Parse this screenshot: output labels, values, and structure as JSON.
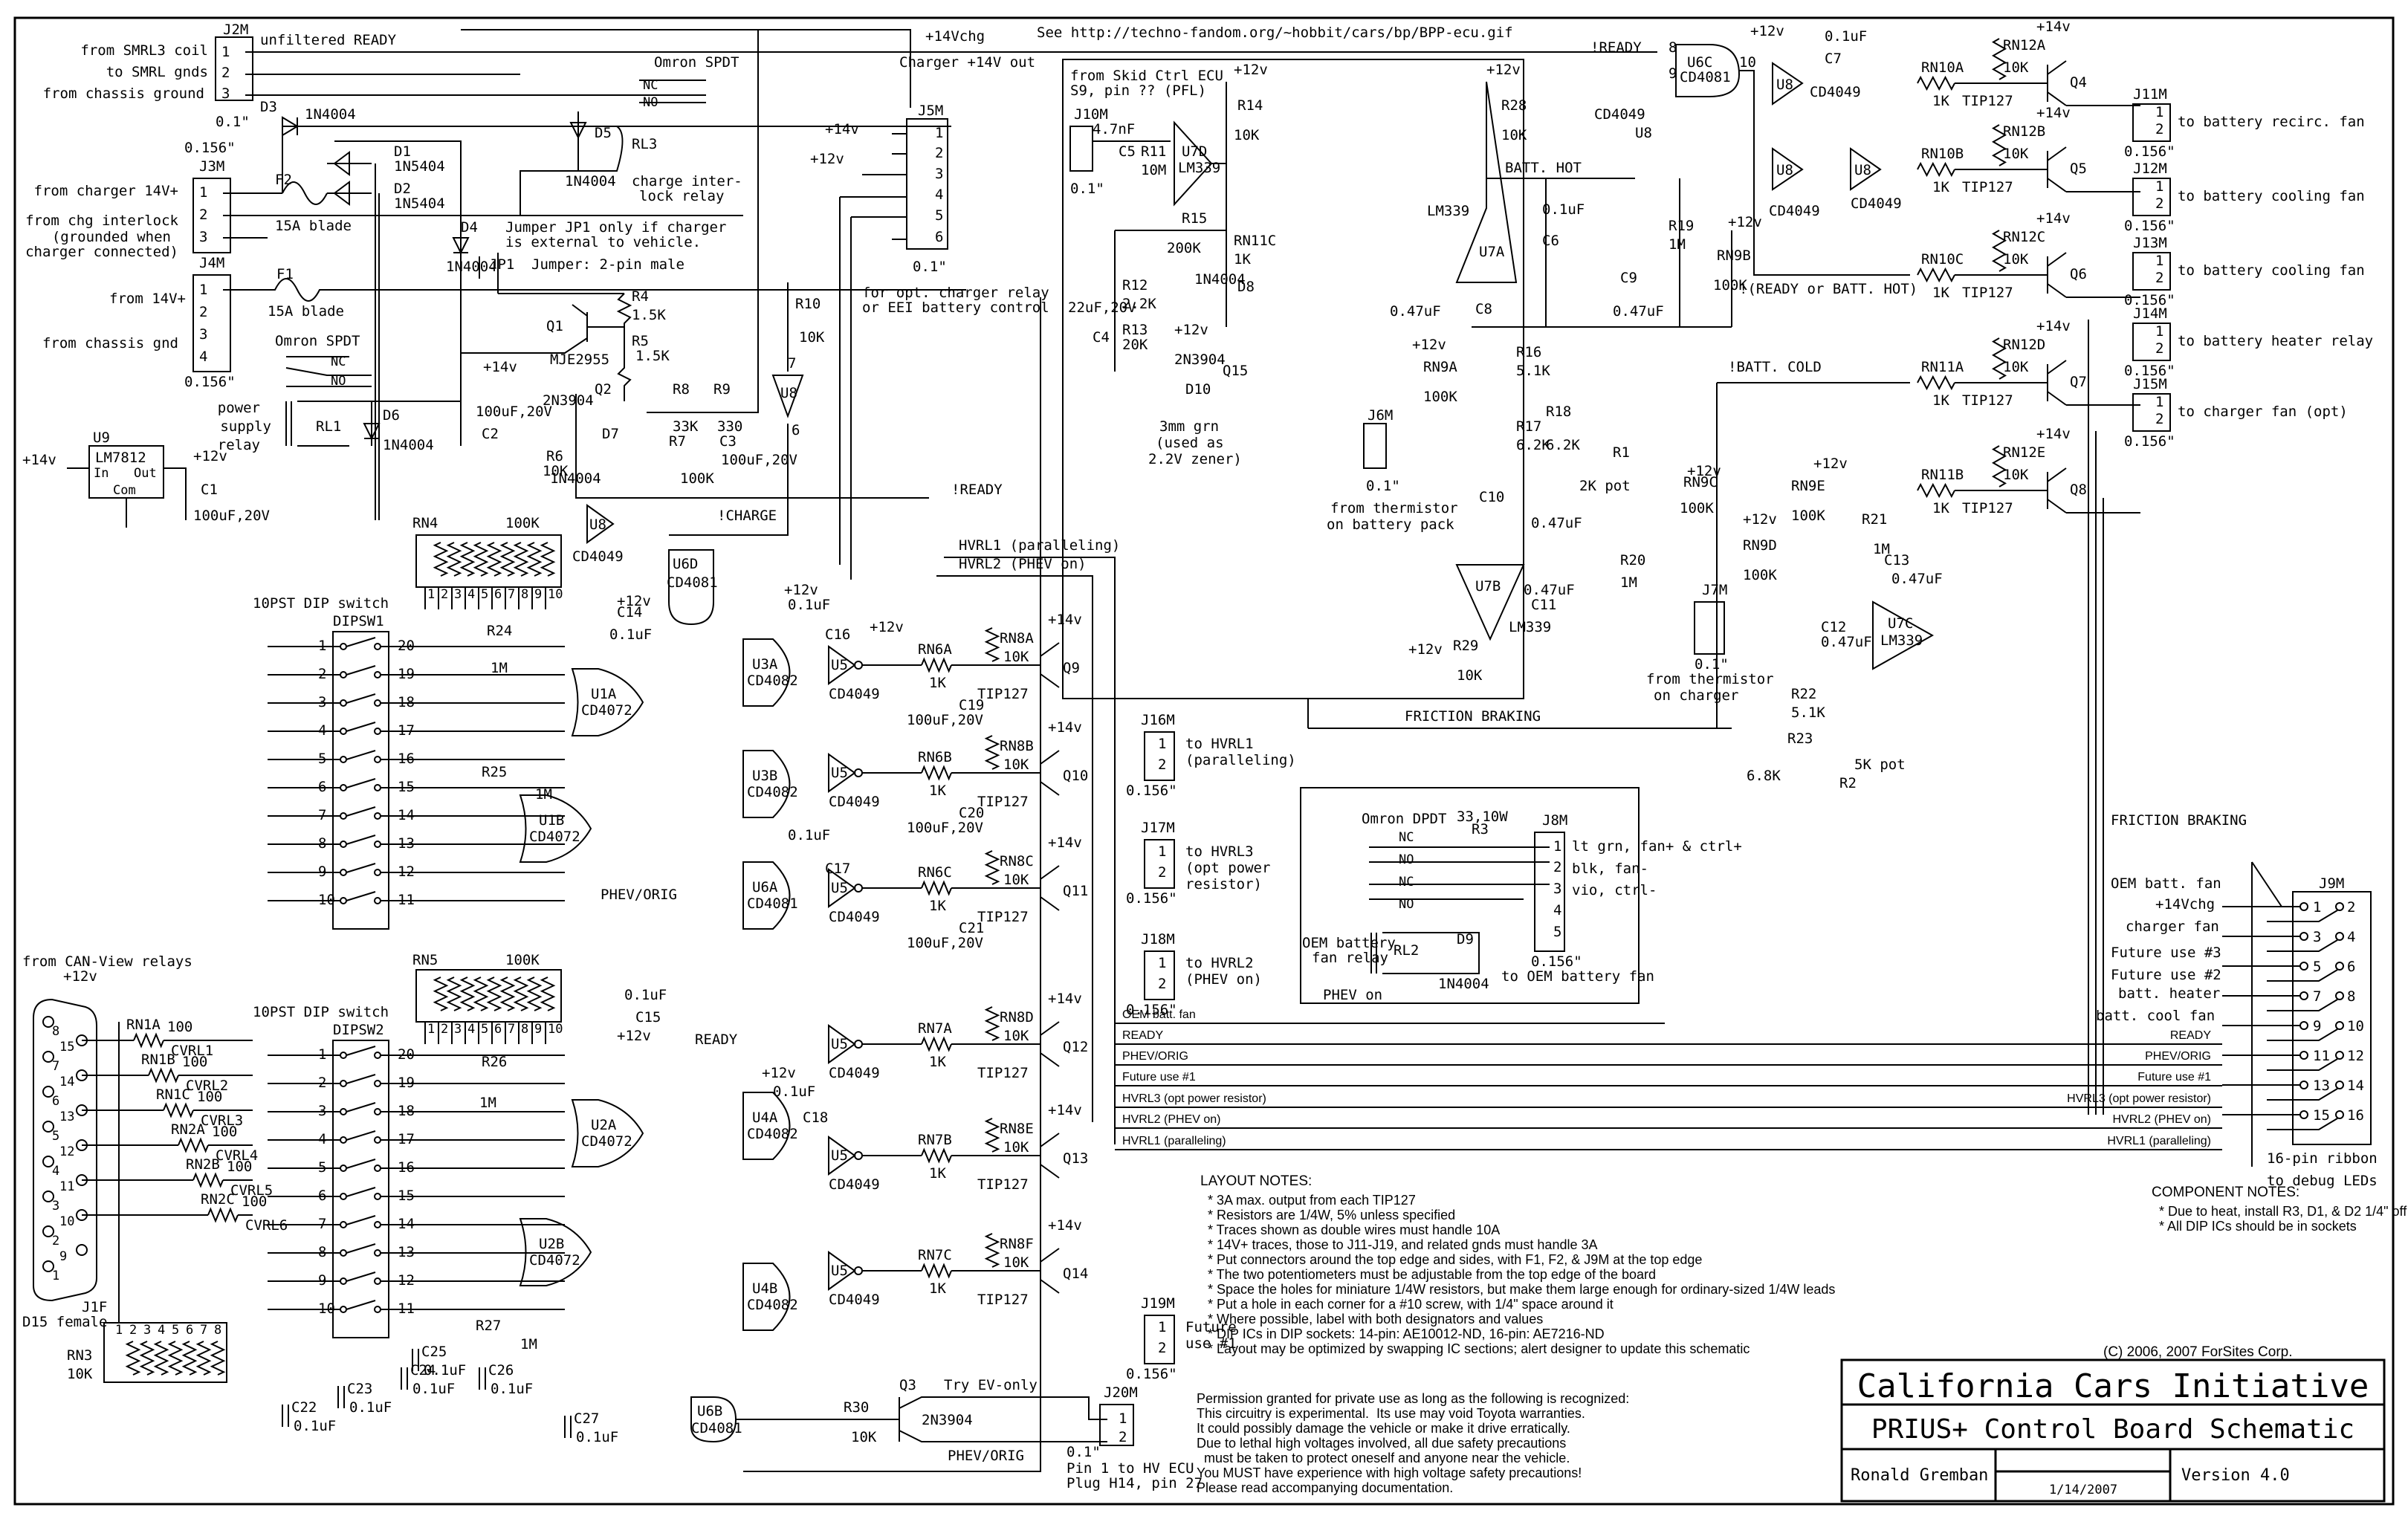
{
  "header": {
    "reference_url": "See http://techno-fandom.org/~hobbit/cars/bp/BPP-ecu.gif"
  },
  "title_block": {
    "organization": "California Cars Initiative",
    "title": "PRIUS+ Control Board Schematic",
    "author": "Ronald Gremban",
    "date": "1/14/2007",
    "version": "Version 4.0",
    "copyright": "(C) 2006, 2007 ForSites Corp."
  },
  "layout_notes": {
    "heading": "LAYOUT NOTES:",
    "items": [
      "* 3A max. output from each TIP127",
      "* Resistors are 1/4W, 5% unless specified",
      "* Traces shown as double wires must handle 10A",
      "* 14V+ traces, those to J11-J19, and related gnds must handle 3A",
      "* Put connectors around the top edge and sides, with F1, F2, & J9M at the top edge",
      "* The two potentiometers must be adjustable from the top edge of the board",
      "* Space the holes for miniature 1/4W resistors, but make them large enough for ordinary-sized 1/4W leads",
      "* Put a hole in each corner for a #10 screw, with 1/4\" space around it",
      "* Where possible, label with both designators and values",
      "* DIP ICs in DIP sockets: 14-pin: AE10012-ND, 16-pin: AE7216-ND",
      "* Layout may be optimized by swapping IC sections; alert designer to update this schematic"
    ]
  },
  "component_notes": {
    "heading": "COMPONENT NOTES:",
    "items": [
      "* Due to heat, install R3, D1, & D2 1/4\" off the board",
      "* All DIP ICs should be in sockets"
    ]
  },
  "permission": {
    "lines": [
      "Permission granted for private use as long as the following is recognized:",
      "This circuitry is experimental.  Its use may void Toyota warranties.",
      "It could possibly damage the vehicle or make it drive erratically.",
      "Due to lethal high voltages involved, all due safety precautions",
      "  must be taken to protect oneself and anyone near the vehicle.",
      "You MUST have experience with high voltage safety precautions!",
      "Please read accompanying documentation."
    ]
  },
  "power_section": {
    "j2m": {
      "name": "J2M",
      "pitch": "0.1\"",
      "pins": [
        "from SMRL3 coil",
        "to SMRL gnds",
        "from chassis ground"
      ],
      "net": "unfiltered READY"
    },
    "j3m": {
      "name": "J3M",
      "pitch": "0.156\"",
      "pin1": "from charger 14V+",
      "pin2": "from chg interlock",
      "pin2b": "(grounded when",
      "pin2c": "charger connected)"
    },
    "j4m": {
      "name": "J4M",
      "pitch": "0.156\"",
      "pin1": "from 14V+",
      "pin3": "from chassis gnd"
    },
    "d3": "D3",
    "d3_val": "1N4004",
    "d1": "D1",
    "d1_val": "1N5404",
    "d2": "D2",
    "d2_val": "1N5404",
    "f1": "F1",
    "f2": "F2",
    "fuse_val": "15A blade",
    "omron_spdt": "Omron SPDT",
    "nc": "NC",
    "no": "NO",
    "rl1": "RL1",
    "rl1_desc": [
      "power",
      "supply",
      "relay"
    ],
    "d6": "D6",
    "d6_val": "1N4004",
    "d4": "D4",
    "d4_val": "1N4004",
    "d5": "D5",
    "d5_val": "1N4004",
    "rl3": "RL3",
    "rl3_desc": [
      "charge inter-",
      "lock relay"
    ],
    "jp1_note": [
      "Jumper JP1 only if charger",
      "is external to vehicle."
    ],
    "jp1": "JP1",
    "jp1_desc": "Jumper: 2-pin male",
    "u9": "U9",
    "u9_part": "LM7812",
    "u9_in": "In",
    "u9_out": "Out",
    "u9_com": "Com",
    "c1": "C1",
    "c1_val": "100uF,20V",
    "c2": "C2",
    "c2_val": "100uF,20V",
    "c3": "C3",
    "c3_val": "100uF,20V",
    "q1": "Q1",
    "q1_part": "MJE2955",
    "q2": "Q2",
    "q2_part": "2N3904",
    "r4": "R4",
    "r4_val": "1.5K",
    "r5": "R5",
    "r5_val": "1.5K",
    "r6": "R6",
    "r6_val": "10K",
    "r7": "R7",
    "r7_val": "100K",
    "r8": "R8",
    "r8_val": "33K",
    "r9": "R9",
    "r9_val": "330",
    "r10": "R10",
    "r10_val": "10K",
    "d7": "D7",
    "d7_val": "1N4004",
    "plus14": "+14v",
    "plus12": "+12v",
    "plus14chg": "+14Vchg"
  },
  "charger_section": {
    "charger_out": "Charger +14V out",
    "j5m": "J5M",
    "j5m_pitch": "0.1\"",
    "j5m_pins": [
      "1",
      "2",
      "3",
      "4",
      "5",
      "6"
    ],
    "j5m_note": [
      "for opt. charger relay",
      "or EEI battery control"
    ]
  },
  "skid_section": {
    "source": [
      "from Skid Ctrl ECU",
      "S9, pin ?? (PFL)"
    ],
    "j10m": "J10M",
    "j10m_pitch": "0.1\"",
    "c5": "C5",
    "c5_val": "4.7nF",
    "r11": "R11",
    "r11_val": "10M",
    "u7d": "U7D",
    "u7_part": "LM339",
    "r14": "R14",
    "r14_val": "10K",
    "r15": "R15",
    "r15_val": "200K",
    "rn11c": "RN11C",
    "rn11c_val": "1K",
    "d8": "D8",
    "d8_val": "1N4004",
    "r12": "R12",
    "r12_val": "2.2K",
    "r13": "R13",
    "r13_val": "20K",
    "c4": "C4",
    "c4_val": "22uF,20V",
    "q15": "Q15",
    "q15_part": "2N3904",
    "d10": "D10",
    "d10_desc": [
      "3mm grn",
      "(used as",
      "2.2V zener)"
    ]
  },
  "thermal_section": {
    "r28": "R28",
    "r28_val": "10K",
    "batt_hot": "BATT. HOT",
    "batt_cold": "!BATT. COLD",
    "u7a": "U7A",
    "u7b": "U7B",
    "u7c": "U7C",
    "c6": "C6",
    "c6_val": "0.1uF",
    "c8": "C8",
    "c8_val": "0.47uF",
    "c9": "C9",
    "c9_val": "0.47uF",
    "c10": "C10",
    "c10_val": "0.47uF",
    "c11": "C11",
    "c11_val": "0.47uF",
    "c12": "C12",
    "c12_val": "0.47uF",
    "c13": "C13",
    "c13_val": "0.47uF",
    "r16": "R16",
    "r16_val": "5.1K",
    "r17": "R17",
    "r17_val": "6.2K",
    "r18": "R18",
    "r18_val": "6.2K",
    "r1": "R1",
    "r1_val": "2K pot",
    "r19": "R19",
    "r19_val": "1M",
    "r20": "R20",
    "r20_val": "1M",
    "r21": "R21",
    "r21_val": "1M",
    "r22": "R22",
    "r22_val": "5.1K",
    "r23": "R23",
    "r23_val": "6.8K",
    "r2": "R2",
    "r2_val": "5K pot",
    "r29": "R29",
    "r29_val": "10K",
    "rn9a": "RN9A",
    "rn9b": "RN9B",
    "rn9c": "RN9C",
    "rn9d": "RN9D",
    "rn9e": "RN9E",
    "rn9_val": "100K",
    "j6m": "J6M",
    "j6m_desc": [
      "from thermistor",
      "on battery pack"
    ],
    "j7m": "J7M",
    "j7m_desc": [
      "from thermistor",
      "on charger"
    ],
    "friction": "FRICTION BRAKING"
  },
  "fan_drivers": {
    "u6c": "U6C",
    "u6_part": "CD4081",
    "u8": "U8",
    "u8_part": "CD4049",
    "c7": "C7",
    "c7_val": "0.1uF",
    "not_ready": "!READY",
    "ready_or_hot": "!(READY or BATT. HOT)",
    "drivers": [
      {
        "q": "Q4",
        "rb": "RN10A",
        "rpu": "RN12A"
      },
      {
        "q": "Q5",
        "rb": "RN10B",
        "rpu": "RN12B"
      },
      {
        "q": "Q6",
        "rb": "RN10C",
        "rpu": "RN12C"
      },
      {
        "q": "Q7",
        "rb": "RN11A",
        "rpu": "RN12D"
      },
      {
        "q": "Q8",
        "rb": "RN11B",
        "rpu": "RN12E"
      }
    ],
    "rb_val": "1K",
    "rpu_val": "10K",
    "q_part": "TIP127"
  },
  "output_connectors": [
    {
      "name": "J11M",
      "desc": "to battery recirc. fan",
      "pitch": "0.156\""
    },
    {
      "name": "J12M",
      "desc": "to battery cooling fan",
      "pitch": "0.156\""
    },
    {
      "name": "J13M",
      "desc": "to battery cooling fan",
      "pitch": "0.156\""
    },
    {
      "name": "J14M",
      "desc": "to battery heater relay",
      "pitch": "0.156\""
    },
    {
      "name": "J15M",
      "desc": "to charger fan (opt)",
      "pitch": "0.156\""
    }
  ],
  "hv_connectors": [
    {
      "name": "J16M",
      "desc": [
        "to HVRL1",
        "(paralleling)"
      ],
      "pitch": "0.156\""
    },
    {
      "name": "J17M",
      "desc": [
        "to HVRL3",
        "(opt power",
        "resistor)"
      ],
      "pitch": "0.156\""
    },
    {
      "name": "J18M",
      "desc": [
        "to HVRL2",
        "(PHEV on)"
      ],
      "pitch": "0.156\""
    },
    {
      "name": "J19M",
      "desc": [
        "Future",
        "use #1"
      ],
      "pitch": "0.156\""
    }
  ],
  "logic": {
    "rn4": "RN4",
    "rn5": "RN5",
    "rn_val": "100K",
    "dip_title": "10PST DIP switch",
    "dipsw1": "DIPSW1",
    "dipsw2": "DIPSW2",
    "dip_left": [
      "1",
      "2",
      "3",
      "4",
      "5",
      "6",
      "7",
      "8",
      "9",
      "10"
    ],
    "dip_right": [
      "20",
      "19",
      "18",
      "17",
      "16",
      "15",
      "14",
      "13",
      "12",
      "11"
    ],
    "u1a": "U1A",
    "u1b": "U1B",
    "u2a": "U2A",
    "u2b": "U2B",
    "or_part": "CD4072",
    "u3a": "U3A",
    "u3b": "U3B",
    "u4a": "U4A",
    "u4b": "U4B",
    "and4_part": "CD4082",
    "u6a": "U6A",
    "u6b": "U6B",
    "u6d": "U6D",
    "and2_part": "CD4081",
    "u5": "U5",
    "inv_part": "CD4049",
    "r24": "R24",
    "r25": "R25",
    "r26": "R26",
    "r27": "R27",
    "r_pull_val": "1M",
    "c14": "C14",
    "c15": "C15",
    "c16": "C16",
    "c17": "C17",
    "c18": "C18",
    "c19": "C19",
    "c20": "C20",
    "c21": "C21",
    "c22": "C22",
    "c23": "C23",
    "c24": "C24",
    "c25": "C25",
    "c26": "C26",
    "c27": "C27",
    "cap_val": "0.1uF",
    "cap_big": "100uF,20V",
    "hv_drivers": [
      {
        "q": "Q9",
        "rb": "RN6A",
        "rpu": "RN8A"
      },
      {
        "q": "Q10",
        "rb": "RN6B",
        "rpu": "RN8B"
      },
      {
        "q": "Q11",
        "rb": "RN6C",
        "rpu": "RN8C"
      },
      {
        "q": "Q12",
        "rb": "RN7A",
        "rpu": "RN8D"
      },
      {
        "q": "Q13",
        "rb": "RN7B",
        "rpu": "RN8E"
      },
      {
        "q": "Q14",
        "rb": "RN7C",
        "rpu": "RN8F"
      }
    ],
    "charge": "!CHARGE",
    "ready": "READY",
    "phev_orig": "PHEV/ORIG",
    "hvrl1": "HVRL1 (paralleling)",
    "hvrl2": "HVRL2 (PHEV on)",
    "q3": "Q3",
    "q3_part": "2N3904",
    "r30": "R30",
    "r30_val": "10K",
    "try_ev": "Try EV-only",
    "j20m": "J20M",
    "j20m_pitch": "0.1\"",
    "j20m_desc": [
      "Pin 1 to HV ECU",
      "Plug H14, pin 27"
    ]
  },
  "can_section": {
    "source": "from CAN-View relays",
    "j1f": "J1F",
    "j1f_desc": "D15 female",
    "rn3": "RN3",
    "rn3_val": "10K",
    "resistors": [
      {
        "name": "RN1A",
        "val": "100",
        "net": "CVRL1"
      },
      {
        "name": "RN1B",
        "val": "100",
        "net": "CVRL2"
      },
      {
        "name": "RN1C",
        "val": "100",
        "net": "CVRL3"
      },
      {
        "name": "RN2A",
        "val": "100",
        "net": "CVRL4"
      },
      {
        "name": "RN2B",
        "val": "100",
        "net": "CVRL5"
      },
      {
        "name": "RN2C",
        "val": "100",
        "net": "CVRL6"
      }
    ],
    "db15_left": [
      "8",
      "7",
      "6",
      "5",
      "4",
      "3",
      "2",
      "1"
    ],
    "db15_right": [
      "15",
      "14",
      "13",
      "12",
      "11",
      "10",
      "9"
    ]
  },
  "oem_fan": {
    "relay": "Omron DPDT",
    "r3": "R3",
    "r3_val": "33,10W",
    "j8m": "J8M",
    "j8m_pitch": "0.156\"",
    "j8m_desc": "to OEM battery fan",
    "pins": [
      "lt grn, fan+ & ctrl+",
      "blk, fan-",
      "vio, ctrl-",
      "",
      ""
    ],
    "rl2": "RL2",
    "rl2_desc": [
      "OEM battery",
      "fan relay"
    ],
    "d9": "D9",
    "d9_val": "1N4004",
    "phev_on": "PHEV on"
  },
  "bus": {
    "left_labels": [
      "OEM batt. fan",
      "READY",
      "PHEV/ORIG",
      "Future use #1",
      "HVRL3 (opt power resistor)",
      "HVRL2 (PHEV on)",
      "HVRL1 (paralleling)"
    ],
    "right_labels": [
      "READY",
      "PHEV/ORIG",
      "Future use #1",
      "HVRL3 (opt power resistor)",
      "HVRL2 (PHEV on)",
      "HVRL1 (paralleling)"
    ]
  },
  "j9m": {
    "name": "J9M",
    "labels": [
      "FRICTION BRAKING",
      "OEM batt. fan",
      "+14Vchg",
      "charger fan",
      "Future use #3",
      "Future use #2",
      "batt. heater",
      "batt. cool fan"
    ],
    "pins_left": [
      "1",
      "3",
      "5",
      "7",
      "9",
      "11",
      "13",
      "15"
    ],
    "pins_right": [
      "2",
      "4",
      "6",
      "8",
      "10",
      "12",
      "14",
      "16"
    ],
    "ribbon": [
      "16-pin ribbon",
      "to debug LEDs"
    ]
  }
}
